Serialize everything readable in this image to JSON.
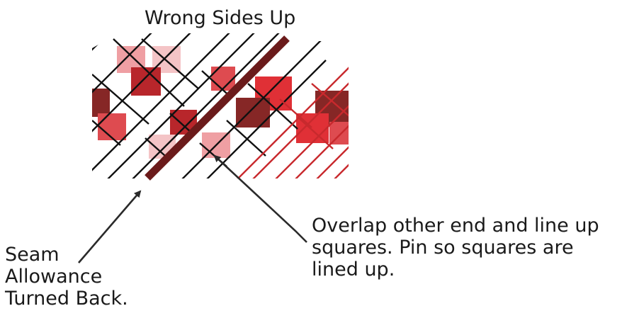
{
  "title": "Wrong Sides Up",
  "callouts": {
    "overlap": {
      "lines": [
        "Overlap other end and line up",
        "squares.  Pin so squares are",
        "lined up."
      ]
    },
    "seam": {
      "lines": [
        "Seam",
        "Allowance",
        "Turned Back."
      ]
    }
  },
  "colors": {
    "square_light": "#f4c4c6",
    "square_pink": "#ef9fa3",
    "square_bright": "#e03036",
    "square_medium": "#de4b50",
    "square_deep": "#b8262b",
    "square_dark": "#862726",
    "seam_strip": "#6b1b1b",
    "left_lines": "#111111",
    "right_lines": "#c8292d",
    "arrows": "#2a2a2a"
  }
}
